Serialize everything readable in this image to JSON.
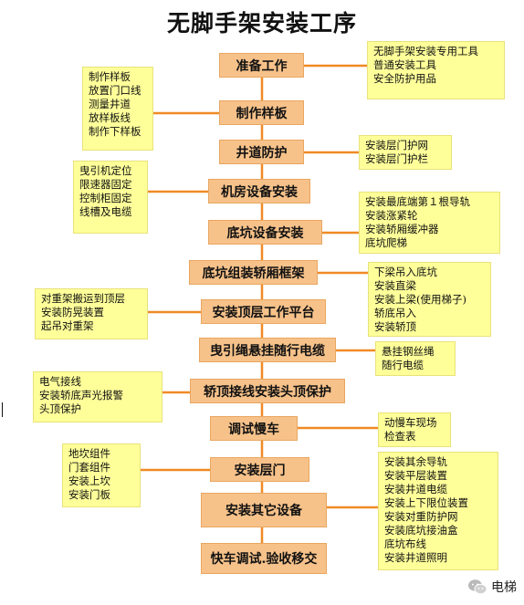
{
  "title": "无脚手架安装工序",
  "steps": [
    "准备工作",
    "制作样板",
    "井道防护",
    "机房设备安装",
    "底坑设备安装",
    "底坑组装轿厢框架",
    "安装顶层工作平台",
    "曳引绳悬挂随行电缆",
    "轿顶接线安装头顶保护",
    "调试慢车",
    "安装层门",
    "安装其它设备",
    "快车调试.验收移交"
  ],
  "notes": {
    "prep": [
      "无脚手架安装专用工具",
      "普通安装工具",
      "安全防护用品"
    ],
    "template": [
      "制作样板",
      "放置门口线",
      "测量井道",
      "放样板线",
      "制作下样板"
    ],
    "shaft_protect": [
      "安装层门护网",
      "安装层门护栏"
    ],
    "machine_room": [
      "曳引机定位",
      "限速器固定",
      "控制柜固定",
      "线槽及电缆"
    ],
    "pit": [
      "安装最底端第１根导轨",
      "安装涨紧轮",
      "安装轿厢缓冲器",
      "底坑爬梯"
    ],
    "car_frame": [
      "下梁吊入底坑",
      "安装直梁",
      "安装上梁(使用梯子)",
      "轿底吊入",
      "安装轿顶"
    ],
    "top_platform": [
      "对重架搬运到顶层",
      "安装防晃装置",
      "起吊对重架"
    ],
    "ropes": [
      "悬挂钢丝绳",
      "随行电缆"
    ],
    "wiring": [
      "电气接线",
      "安装轿底声光报警",
      "头顶保护"
    ],
    "slow_test": [
      "动慢车现场",
      "检查表"
    ],
    "landing_door": [
      "地坎组件",
      "门套组件",
      "安装上坎",
      "安装门板"
    ],
    "other": [
      "安装其余导轨",
      "安装平层装置",
      "安装井道电缆",
      "安装上下限位装置",
      "安装对重防护网",
      "安装底坑接油盒",
      "底坑布线",
      "安装井道照明"
    ]
  },
  "watermark": "电梯",
  "colors": {
    "step_fill": "#f7c28a",
    "note_fill": "#ffff9a",
    "connector": "#f08a24"
  },
  "icons": [
    "wechat-icon"
  ]
}
